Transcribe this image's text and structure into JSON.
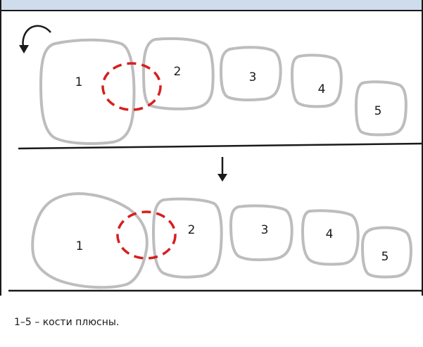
{
  "top": {
    "labels": [
      "1",
      "2",
      "3",
      "4",
      "5"
    ]
  },
  "bottom": {
    "labels": [
      "1",
      "2",
      "3",
      "4",
      "5"
    ]
  },
  "caption": "1–5 – кости плюсны.",
  "icons": {
    "rotation": "rotation-arrow-icon",
    "down": "down-arrow-icon"
  },
  "colors": {
    "bone_stroke": "#bdbdbd",
    "joint_stroke": "#d61f1f",
    "header_band": "#cfdcec"
  }
}
